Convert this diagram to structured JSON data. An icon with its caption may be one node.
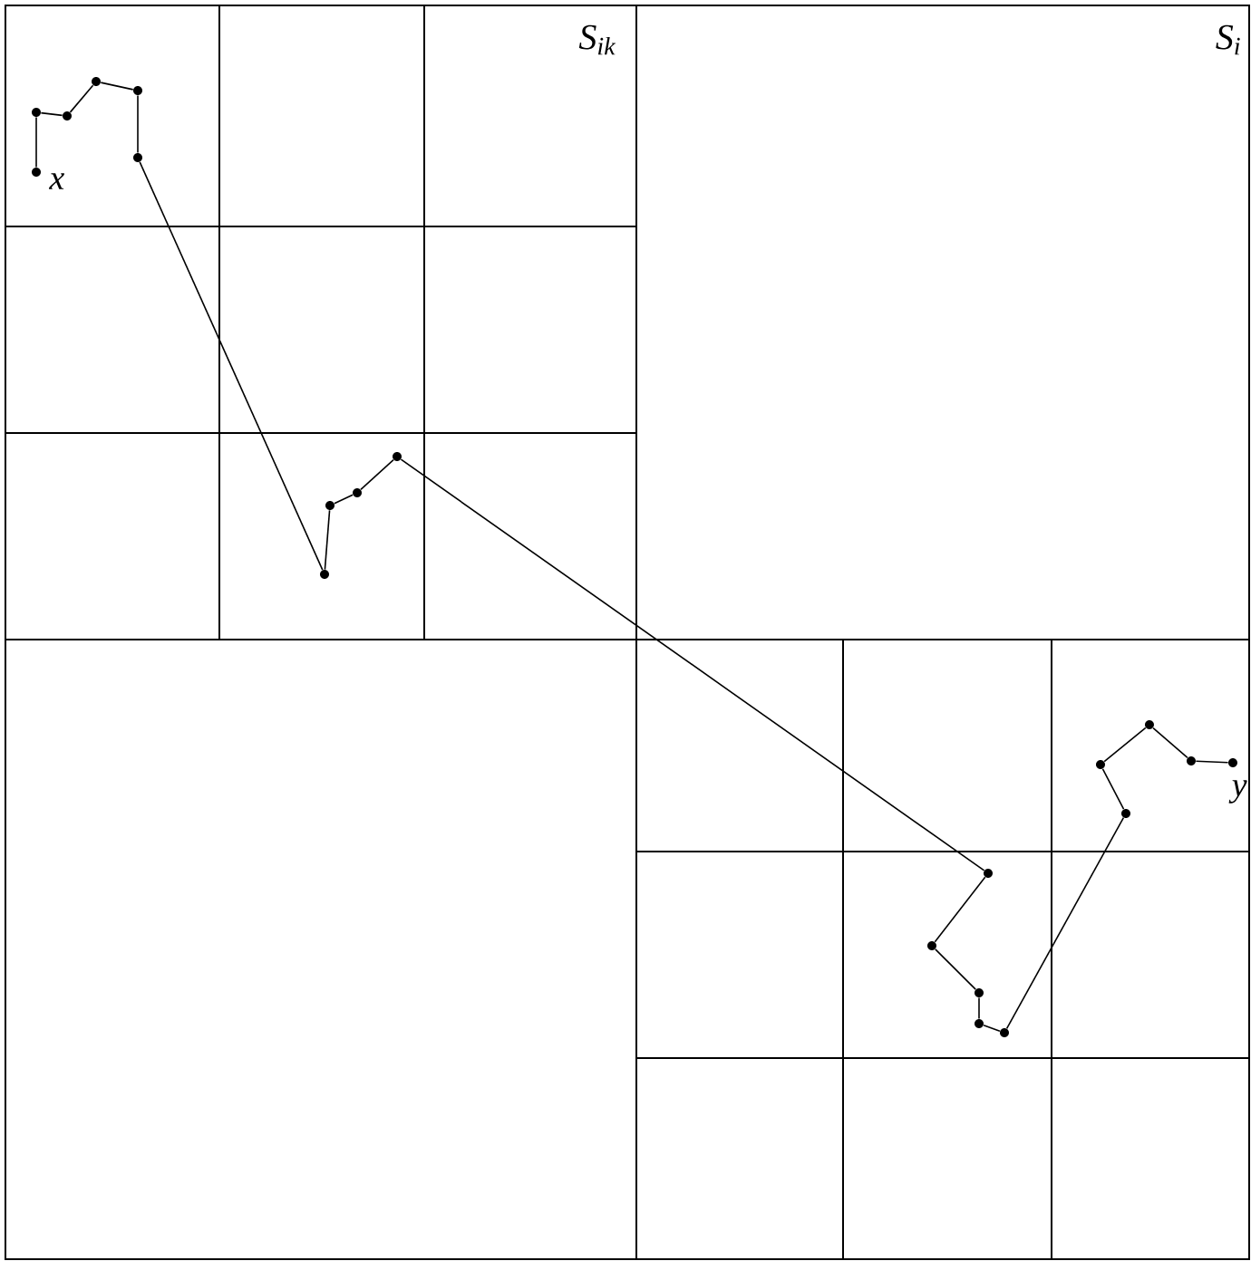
{
  "diagram": {
    "nodes": [
      {
        "text": [],
        "shape": "circle",
        "beside": [
          "x"
        ]
      },
      {
        "text": [],
        "shape": "circle"
      },
      {
        "text": [],
        "shape": "circle"
      },
      {
        "text": [],
        "shape": "circle"
      },
      {
        "text": [],
        "shape": "circle"
      },
      {
        "text": [],
        "shape": "circle"
      },
      {
        "text": [],
        "shape": "circle"
      },
      {
        "text": [],
        "shape": "circle"
      },
      {
        "text": [],
        "shape": "circle"
      },
      {
        "text": [],
        "shape": "circle"
      },
      {
        "text": [],
        "shape": "circle"
      },
      {
        "text": [],
        "shape": "circle"
      },
      {
        "text": [],
        "shape": "circle"
      },
      {
        "text": [],
        "shape": "circle"
      },
      {
        "text": [],
        "shape": "circle"
      },
      {
        "text": [],
        "shape": "circle"
      },
      {
        "text": [],
        "shape": "circle"
      },
      {
        "text": [],
        "shape": "circle"
      },
      {
        "text": [],
        "shape": "circle"
      },
      {
        "text": [],
        "shape": "circle",
        "beside": [
          "y"
        ]
      }
    ],
    "edges": [
      {
        "from": 0,
        "to": 1,
        "arrow": "none"
      },
      {
        "from": 1,
        "to": 2,
        "arrow": "none"
      },
      {
        "from": 2,
        "to": 3,
        "arrow": "none"
      },
      {
        "from": 3,
        "to": 4,
        "arrow": "none"
      },
      {
        "from": 4,
        "to": 5,
        "arrow": "none"
      },
      {
        "from": 5,
        "to": 6,
        "arrow": "none"
      },
      {
        "from": 6,
        "to": 7,
        "arrow": "none"
      },
      {
        "from": 7,
        "to": 8,
        "arrow": "none"
      },
      {
        "from": 8,
        "to": 9,
        "arrow": "none"
      },
      {
        "from": 9,
        "to": 10,
        "arrow": "none"
      },
      {
        "from": 10,
        "to": 11,
        "arrow": "none"
      },
      {
        "from": 11,
        "to": 12,
        "arrow": "none"
      },
      {
        "from": 12,
        "to": 13,
        "arrow": "none"
      },
      {
        "from": 13,
        "to": 14,
        "arrow": "none"
      },
      {
        "from": 14,
        "to": 15,
        "arrow": "none"
      },
      {
        "from": 15,
        "to": 16,
        "arrow": "none"
      },
      {
        "from": 16,
        "to": 17,
        "arrow": "none"
      },
      {
        "from": 17,
        "to": 18,
        "arrow": "none"
      },
      {
        "from": 18,
        "to": 19,
        "arrow": "none"
      }
    ],
    "labels": [
      "S$_{ik}$",
      "S$_{i}$"
    ]
  }
}
